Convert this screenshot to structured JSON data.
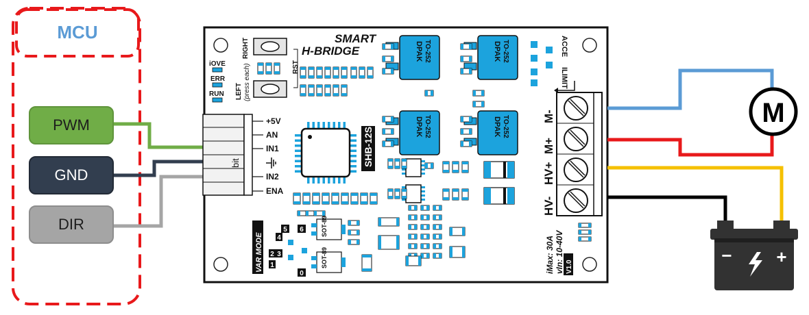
{
  "mcu": {
    "title": "MCU",
    "signals": [
      "PWM",
      "GND",
      "DIR"
    ]
  },
  "board": {
    "title_line1": "SMART",
    "title_line2": "H-BRIDGE",
    "model": "SHB-12S",
    "buttons": {
      "right": "RIGHT",
      "left": "LEFT",
      "press_each": "(press each)",
      "rst": "RST"
    },
    "leds": [
      "iOVE",
      "ERR",
      "RUN"
    ],
    "pins": [
      "+5V",
      "AN",
      "IN1",
      "",
      "IN2",
      "ENA"
    ],
    "pin_group_label": "bit",
    "dpak_label": "DPAK",
    "dpak_sub": "TO-252",
    "terminals": [
      "M-",
      "M+",
      "HV+",
      "HV-"
    ],
    "top_right_labels": [
      "ACCE",
      "ILIMIT"
    ],
    "var_mode": {
      "label": "VAR MODE",
      "numbers": [
        "1",
        "2",
        "3",
        "4",
        "5",
        "6",
        "0"
      ]
    },
    "sot_label": "SOT-89",
    "ratings": {
      "imax": "iMax: 30A",
      "vin": "vIn: 10-40V",
      "version": "V1.0"
    }
  },
  "load": {
    "motor_label": "M"
  },
  "battery": {
    "minus": "−",
    "plus": "+"
  },
  "colors": {
    "mcu_border": "#e8191b",
    "mcu_title": "#5b9bd5",
    "pwm": "#70ad47",
    "gnd": "#323e4f",
    "dir": "#a5a5a5",
    "component": "#1ca3dd",
    "wire_blue": "#5b9bd5",
    "wire_red": "#e8191b",
    "wire_yellow": "#f5c000",
    "wire_black": "#000000"
  }
}
